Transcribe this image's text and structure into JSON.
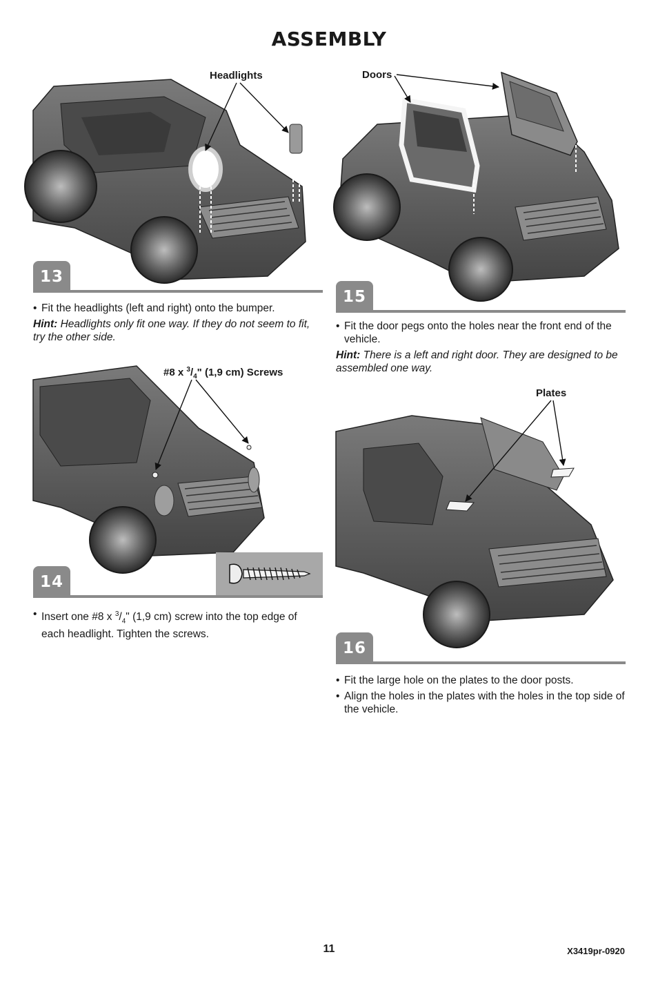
{
  "page": {
    "title": "ASSEMBLY",
    "page_number": "11",
    "doc_code": "X3419pr-0920"
  },
  "steps": {
    "s13": {
      "number": "13",
      "callout": "Headlights",
      "bullets": [
        "Fit the headlights (left and right) onto the bumper."
      ],
      "hint_label": "Hint:",
      "hint_text": "Headlights only fit one way. If they do not seem to fit, try the other side."
    },
    "s14": {
      "number": "14",
      "callout_pre": "#8 x ",
      "callout_num": "3",
      "callout_den": "4",
      "callout_post": "\" (1,9 cm) Screws",
      "bullet_pre": "Insert one #8 x ",
      "bullet_num": "3",
      "bullet_den": "4",
      "bullet_post": "\" (1,9 cm) screw into the top edge of each headlight. Tighten the screws."
    },
    "s15": {
      "number": "15",
      "callout": "Doors",
      "bullets": [
        "Fit the door pegs onto the holes near the front end of the vehicle."
      ],
      "hint_label": "Hint:",
      "hint_text": "There is a left and right door. They are designed to be assembled one way."
    },
    "s16": {
      "number": "16",
      "callout": "Plates",
      "bullets": [
        "Fit the large hole on the plates to the door posts.",
        "Align the holes in the plates with the holes in the top side of the vehicle."
      ]
    }
  },
  "icons": {
    "vehicle": "ride-on-vehicle-illustration",
    "screw": "screw-illustration",
    "arrow": "callout-arrow"
  },
  "colors": {
    "badge": "#8a8a8a",
    "vehicle_body": "#5a5a5a",
    "vehicle_dark": "#3c3c3c",
    "screw_panel": "#a8a8a8"
  }
}
